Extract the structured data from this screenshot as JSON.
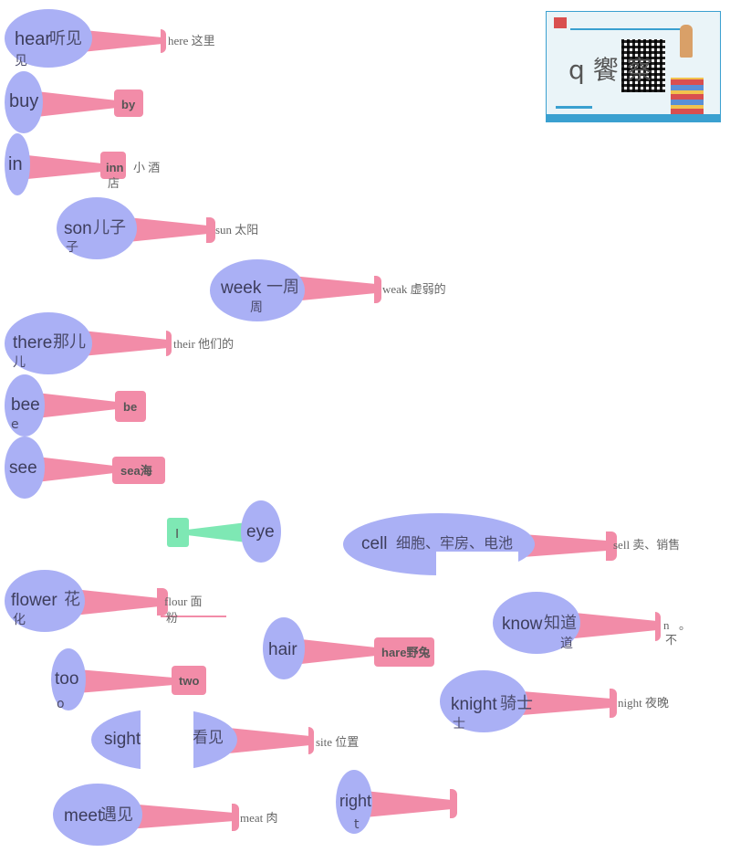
{
  "nodes": [
    {
      "id": "hear",
      "word": "hear",
      "cn": "听见",
      "extra": "见"
    },
    {
      "id": "buy",
      "word": "buy"
    },
    {
      "id": "in",
      "word": "in"
    },
    {
      "id": "son",
      "word": "son",
      "cn": "儿子",
      "extra": "子"
    },
    {
      "id": "week",
      "word": "week",
      "cn": "一周",
      "extra": "周"
    },
    {
      "id": "there",
      "word": "there",
      "cn": "那儿",
      "extra": "儿"
    },
    {
      "id": "bee",
      "word": "bee",
      "extra": "e"
    },
    {
      "id": "see",
      "word": "see"
    },
    {
      "id": "eye",
      "word": "eye"
    },
    {
      "id": "cell",
      "word": "cell",
      "cn": "细胞、牢房、电池"
    },
    {
      "id": "flower",
      "word": "flower",
      "cn": "花",
      "extra": "化"
    },
    {
      "id": "know",
      "word": "know",
      "cn": "知道",
      "extra": "道"
    },
    {
      "id": "hair",
      "word": "hair"
    },
    {
      "id": "too",
      "word": "too",
      "extra": "o"
    },
    {
      "id": "knight",
      "word": "knight",
      "cn": "骑士",
      "extra": "士"
    },
    {
      "id": "sight",
      "word": "sight",
      "cn": "视力、看见"
    },
    {
      "id": "meet",
      "word": "meet",
      "cn": "遇见"
    },
    {
      "id": "right",
      "word": "right",
      "extra": "t"
    }
  ],
  "targets": {
    "here": "here 这里",
    "by": "by",
    "inn_a": "inn",
    "inn_b": "小 酒",
    "inn_c": "店",
    "sun": "sun 太阳",
    "weak": "weak 虚弱的",
    "their": "their 他们的",
    "be": "be",
    "sea": "sea海",
    "I": "I",
    "sell": "sell 卖、销售",
    "flour_a": "flour 面",
    "flour_b": "粉",
    "hare": "hare野兔",
    "no_a": "n",
    "no_b": "。",
    "no_c": "不",
    "two": "two",
    "night": "night 夜晚",
    "site": "site 位置",
    "meat": "meat 肉"
  },
  "qr_overlay": "q 饗 察",
  "colors": {
    "node": "#aab0f5",
    "pink": "#f28ca8",
    "green": "#7ee8b4"
  }
}
